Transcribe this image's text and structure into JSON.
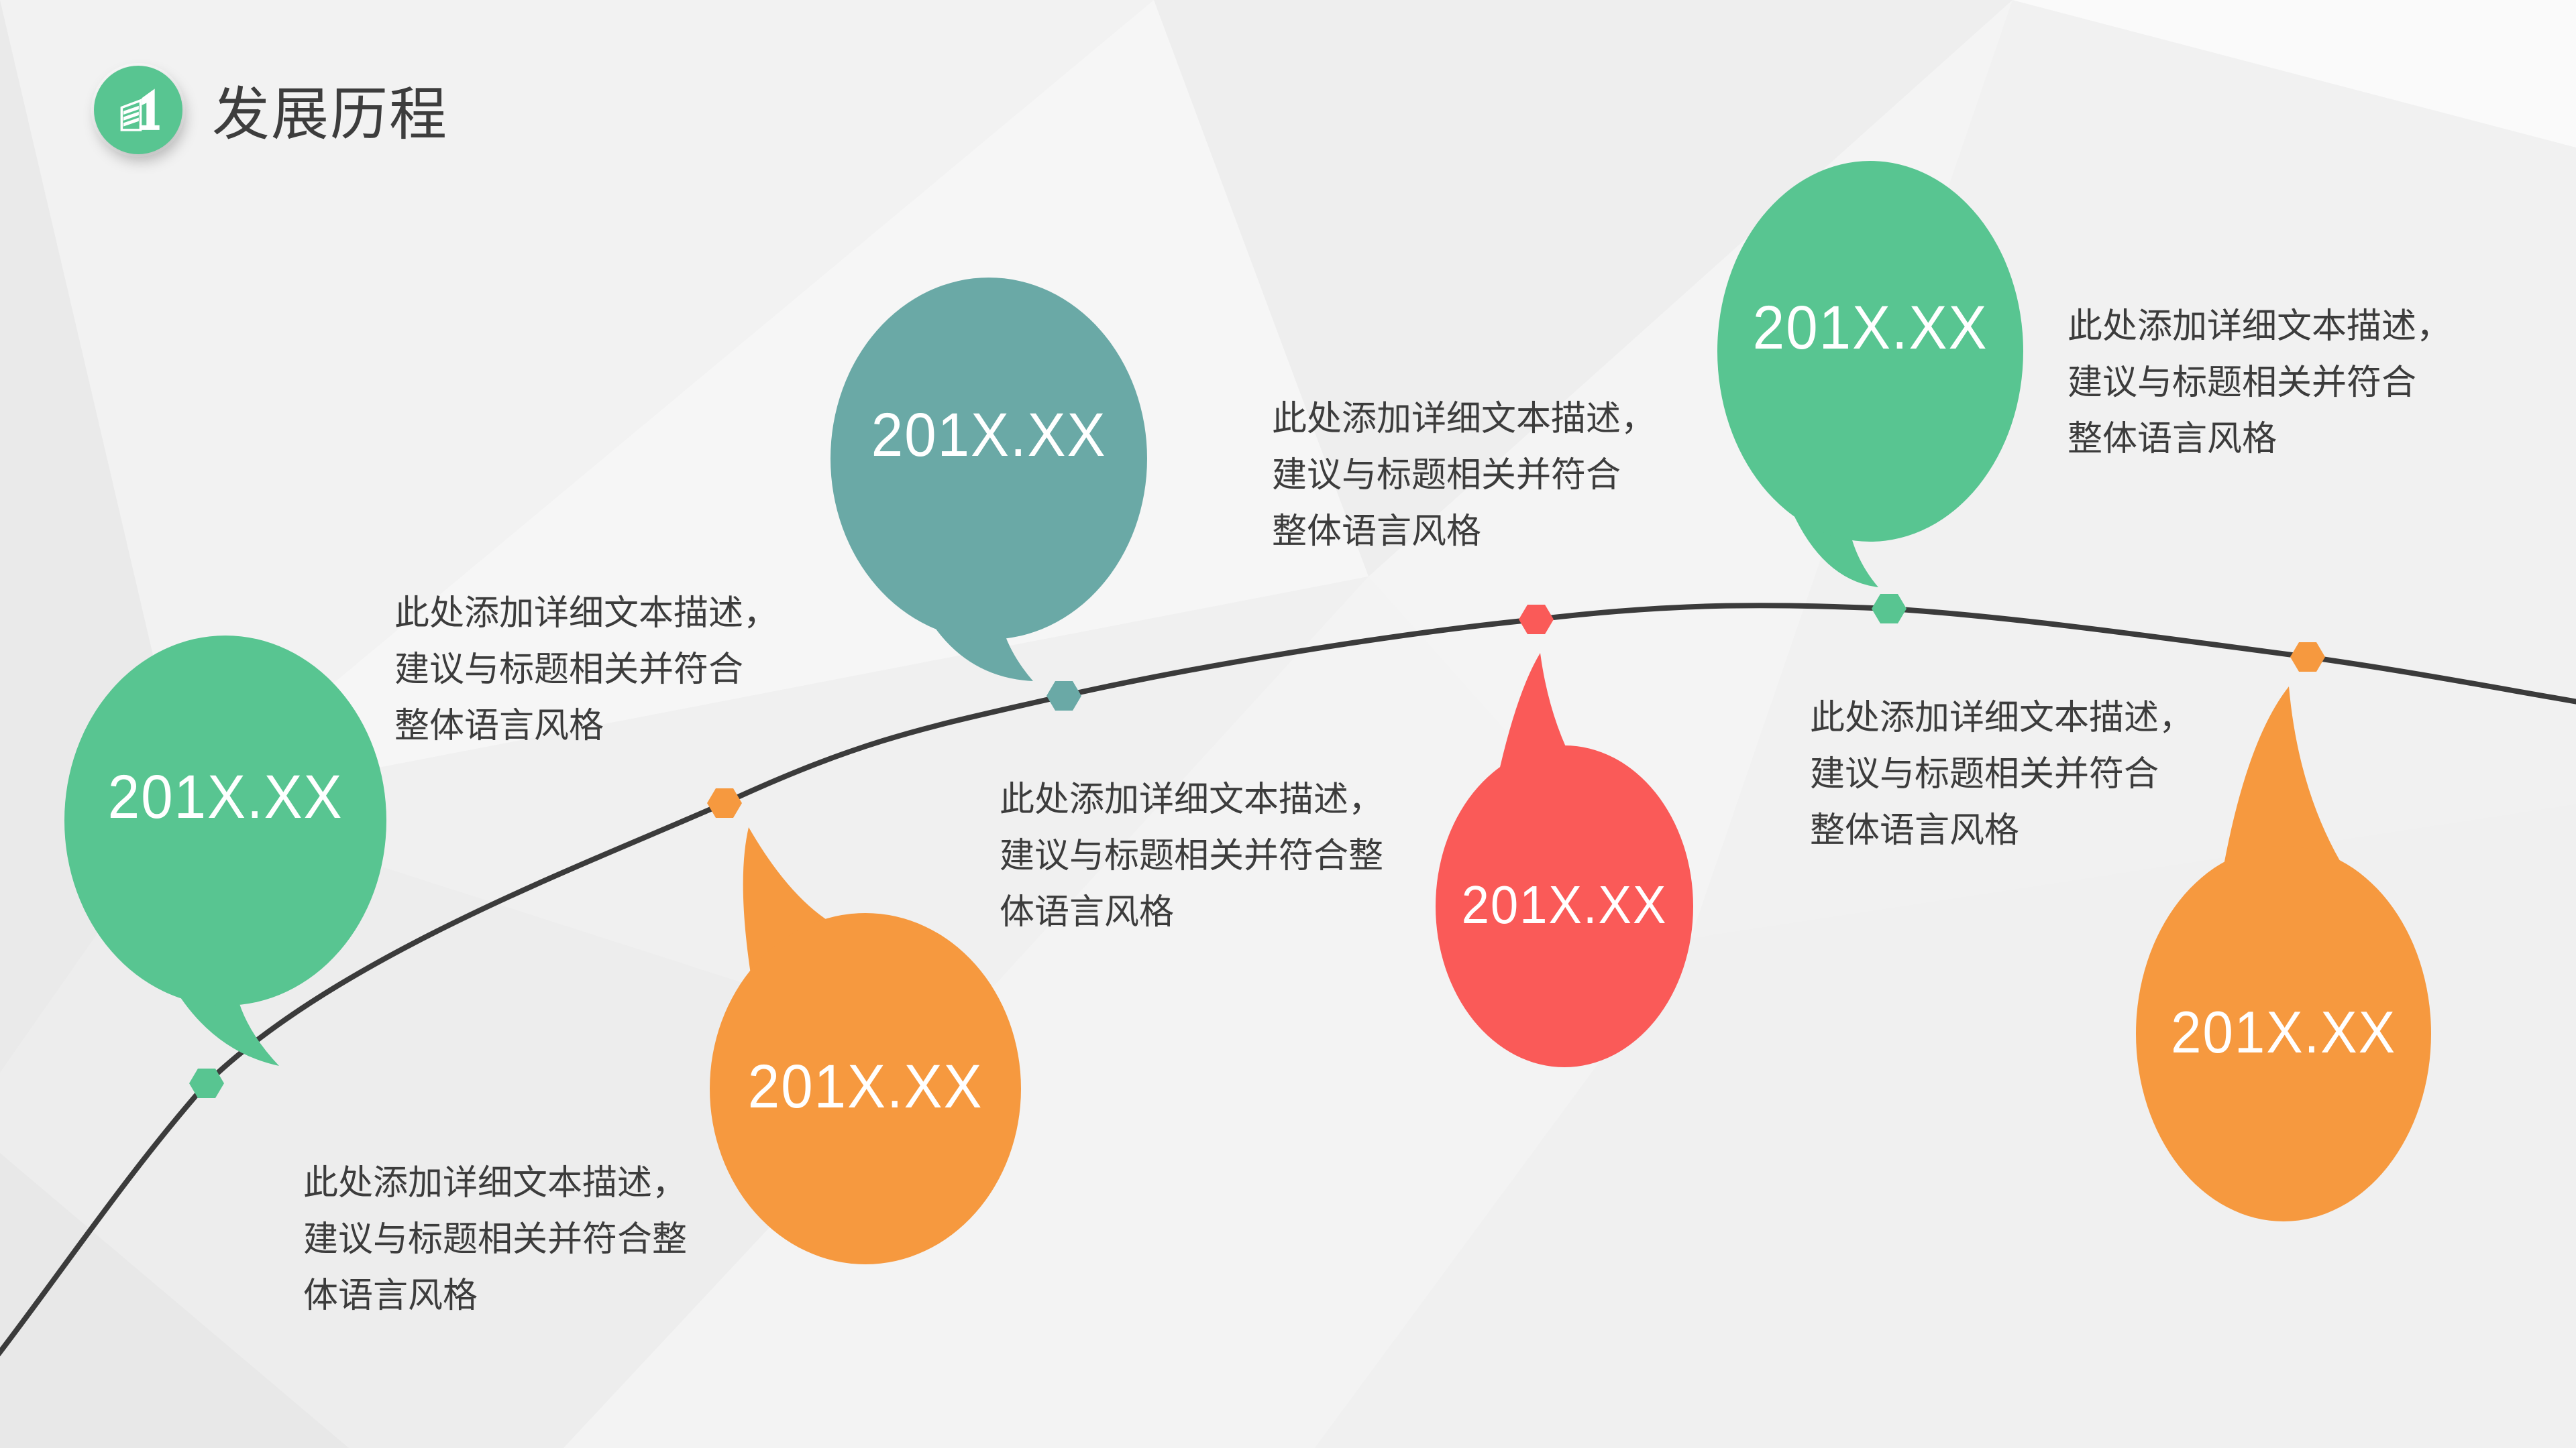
{
  "slide": {
    "header": {
      "title": "发展历程"
    },
    "colors": {
      "green": "#58C591",
      "teal": "#6AA9A6",
      "orange": "#F6993F",
      "red": "#FA5A58",
      "line": "#3B3B3B",
      "body_text": "#3C3C3C",
      "date_text": "#FFFFFF",
      "background": "#EFEFEF",
      "icon_circle": "#58C591"
    },
    "milestones": [
      {
        "date": "201X.XX",
        "color": "#58C591",
        "color_name": "green",
        "bubble_position": "above-line",
        "desc": [
          "此处添加详细文本描述，",
          "建议与标题相关并符合",
          "整体语言风格"
        ]
      },
      {
        "date": "201X.XX",
        "color": "#F6993F",
        "color_name": "orange",
        "bubble_position": "below-line",
        "desc": [
          "此处添加详细文本描述，",
          "建议与标题相关并符合整",
          "体语言风格"
        ]
      },
      {
        "date": "201X.XX",
        "color": "#6AA9A6",
        "color_name": "teal",
        "bubble_position": "above-line",
        "desc": [
          "此处添加详细文本描述，",
          "建议与标题相关并符合",
          "整体语言风格"
        ]
      },
      {
        "date": "201X.XX",
        "color": "#FA5A58",
        "color_name": "red",
        "bubble_position": "below-line",
        "desc": [
          "此处添加详细文本描述，",
          "建议与标题相关并符合整",
          "体语言风格"
        ]
      },
      {
        "date": "201X.XX",
        "color": "#58C591",
        "color_name": "green",
        "bubble_position": "above-line",
        "desc": [
          "此处添加详细文本描述，",
          "建议与标题相关并符合",
          "整体语言风格"
        ]
      },
      {
        "date": "201X.XX",
        "color": "#F6993F",
        "color_name": "orange",
        "bubble_position": "below-line",
        "desc": [
          "此处添加详细文本描述，",
          "建议与标题相关并符合",
          "整体语言风格"
        ]
      }
    ]
  }
}
